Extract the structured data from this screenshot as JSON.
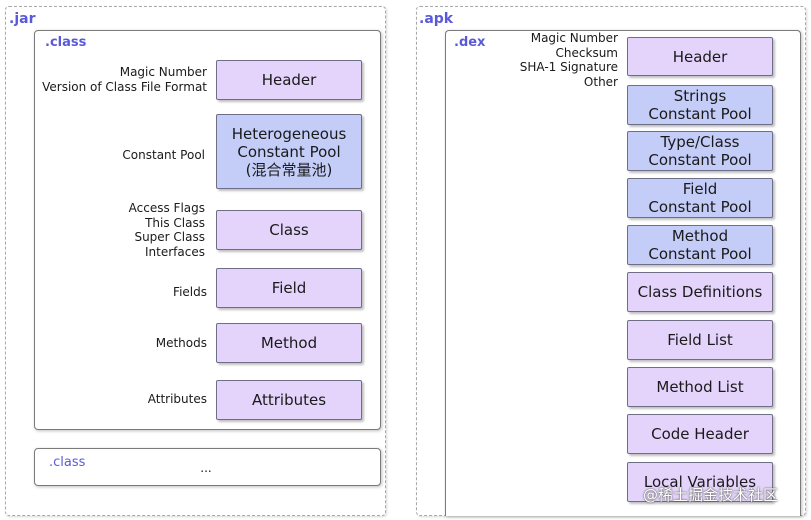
{
  "jar": {
    "title": ".jar",
    "class_section": {
      "title": ".class",
      "rows": [
        {
          "label": "Magic Number\nVersion of Class File Format",
          "box": "Header",
          "color": "#e4d4fb"
        },
        {
          "label": "Constant Pool",
          "box": "Heterogeneous\nConstant Pool\n(混合常量池)",
          "color": "#c4cdf8"
        },
        {
          "label": "Access Flags\nThis Class\nSuper Class\nInterfaces",
          "box": "Class",
          "color": "#e4d4fb"
        },
        {
          "label": "Fields",
          "box": "Field",
          "color": "#e4d4fb"
        },
        {
          "label": "Methods",
          "box": "Method",
          "color": "#e4d4fb"
        },
        {
          "label": "Attributes",
          "box": "Attributes",
          "color": "#e4d4fb"
        }
      ]
    },
    "extra_class": {
      "title": ".class",
      "ellipsis": "..."
    }
  },
  "apk": {
    "title": ".apk",
    "dex_section": {
      "title": ".dex",
      "header_label": "Magic Number\nChecksum\nSHA-1 Signature\nOther",
      "boxes": [
        {
          "text": "Header",
          "color": "#e4d4fb"
        },
        {
          "text": "Strings\nConstant Pool",
          "color": "#c4cdf8"
        },
        {
          "text": "Type/Class\nConstant Pool",
          "color": "#c4cdf8"
        },
        {
          "text": "Field\nConstant Pool",
          "color": "#c4cdf8"
        },
        {
          "text": "Method\nConstant Pool",
          "color": "#c4cdf8"
        },
        {
          "text": "Class Definitions",
          "color": "#e4d4fb"
        },
        {
          "text": "Field List",
          "color": "#e4d4fb"
        },
        {
          "text": "Method List",
          "color": "#e4d4fb"
        },
        {
          "text": "Code Header",
          "color": "#e4d4fb"
        },
        {
          "text": "Local Variables",
          "color": "#e4d4fb"
        }
      ]
    }
  },
  "watermark": "@稀土掘金技术社区"
}
